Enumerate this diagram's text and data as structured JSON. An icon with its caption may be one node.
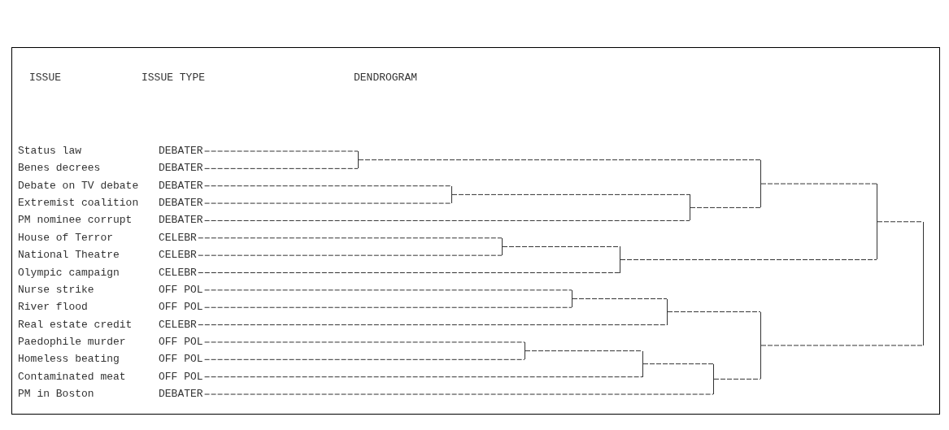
{
  "diagram": {
    "nodes": [
      {
        "text": [
          "Status law",
          "DEBATER"
        ]
      },
      {
        "text": [
          "Benes decrees",
          "DEBATER"
        ]
      },
      {
        "text": [
          "Debate on TV debate",
          "DEBATER"
        ]
      },
      {
        "text": [
          "Extremist coalition",
          "DEBATER"
        ]
      },
      {
        "text": [
          "PM nominee corrupt",
          "DEBATER"
        ]
      },
      {
        "text": [
          "House of Terror",
          "CELEBR"
        ]
      },
      {
        "text": [
          "National Theatre",
          "CELEBR"
        ]
      },
      {
        "text": [
          "Olympic campaign",
          "CELEBR"
        ]
      },
      {
        "text": [
          "Nurse strike",
          "OFF POL"
        ]
      },
      {
        "text": [
          "River flood",
          "OFF POL"
        ]
      },
      {
        "text": [
          "Real estate credit",
          "CELEBR"
        ]
      },
      {
        "text": [
          "Paedophile murder",
          "OFF POL"
        ]
      },
      {
        "text": [
          "Homeless beating",
          "OFF POL"
        ]
      },
      {
        "text": [
          "Contaminated meat",
          "OFF POL"
        ]
      },
      {
        "text": [
          "PM in Boston",
          "DEBATER"
        ]
      },
      {
        "text": [],
        "shape": "bar"
      },
      {
        "text": [],
        "shape": "bar"
      },
      {
        "text": [],
        "shape": "bar"
      },
      {
        "text": [],
        "shape": "bar"
      },
      {
        "text": [],
        "shape": "bar"
      },
      {
        "text": [],
        "shape": "bar"
      },
      {
        "text": [],
        "shape": "bar"
      },
      {
        "text": [],
        "shape": "bar"
      },
      {
        "text": [],
        "shape": "bar"
      },
      {
        "text": [],
        "shape": "bar"
      },
      {
        "text": [],
        "shape": "bar"
      },
      {
        "text": [],
        "shape": "bar"
      },
      {
        "text": [],
        "shape": "bar"
      },
      {
        "text": [],
        "shape": "bar"
      }
    ],
    "edges": [
      {
        "from": 0,
        "to": 15,
        "arrow": "none",
        "style": "dashed"
      },
      {
        "from": 1,
        "to": 15,
        "arrow": "none",
        "style": "dashed"
      },
      {
        "from": 2,
        "to": 16,
        "arrow": "none",
        "style": "dashed"
      },
      {
        "from": 3,
        "to": 16,
        "arrow": "none",
        "style": "dashed"
      },
      {
        "from": 16,
        "to": 17,
        "arrow": "none",
        "style": "dashed"
      },
      {
        "from": 4,
        "to": 17,
        "arrow": "none",
        "style": "dashed"
      },
      {
        "from": 15,
        "to": 18,
        "arrow": "none",
        "style": "dashed"
      },
      {
        "from": 17,
        "to": 18,
        "arrow": "none",
        "style": "dashed"
      },
      {
        "from": 5,
        "to": 19,
        "arrow": "none",
        "style": "dashed"
      },
      {
        "from": 6,
        "to": 19,
        "arrow": "none",
        "style": "dashed"
      },
      {
        "from": 19,
        "to": 20,
        "arrow": "none",
        "style": "dashed"
      },
      {
        "from": 7,
        "to": 20,
        "arrow": "none",
        "style": "dashed"
      },
      {
        "from": 18,
        "to": 21,
        "arrow": "none",
        "style": "dashed"
      },
      {
        "from": 20,
        "to": 21,
        "arrow": "none",
        "style": "dashed"
      },
      {
        "from": 8,
        "to": 22,
        "arrow": "none",
        "style": "dashed"
      },
      {
        "from": 9,
        "to": 22,
        "arrow": "none",
        "style": "dashed"
      },
      {
        "from": 22,
        "to": 23,
        "arrow": "none",
        "style": "dashed"
      },
      {
        "from": 10,
        "to": 23,
        "arrow": "none",
        "style": "dashed"
      },
      {
        "from": 11,
        "to": 24,
        "arrow": "none",
        "style": "dashed"
      },
      {
        "from": 12,
        "to": 24,
        "arrow": "none",
        "style": "dashed"
      },
      {
        "from": 24,
        "to": 25,
        "arrow": "none",
        "style": "dashed"
      },
      {
        "from": 13,
        "to": 25,
        "arrow": "none",
        "style": "dashed"
      },
      {
        "from": 25,
        "to": 26,
        "arrow": "none",
        "style": "dashed"
      },
      {
        "from": 14,
        "to": 26,
        "arrow": "none",
        "style": "dashed"
      },
      {
        "from": 23,
        "to": 27,
        "arrow": "none",
        "style": "dashed"
      },
      {
        "from": 26,
        "to": 27,
        "arrow": "none",
        "style": "dashed"
      },
      {
        "from": 21,
        "to": 28,
        "arrow": "none",
        "style": "dashed"
      },
      {
        "from": 27,
        "to": 28,
        "arrow": "none",
        "style": "dashed"
      }
    ],
    "labels": [
      "ISSUE",
      "ISSUE TYPE",
      "DENDROGRAM"
    ]
  }
}
